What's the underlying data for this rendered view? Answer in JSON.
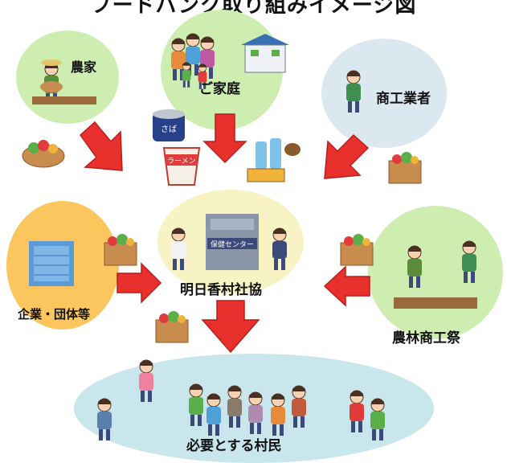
{
  "title": "フードバンク取り組みイメージ図",
  "nodes": {
    "farmer": "農家",
    "household": "ご家庭",
    "merchant": "商工業者",
    "company": "企業・団体等",
    "center": "明日香村社協",
    "festival": "農林商工祭",
    "villagers": "必要とする村民"
  },
  "items": {
    "can_label": "さば",
    "ramen_label": "ラーメン",
    "building_sign": "保健センター"
  },
  "colors": {
    "green_bg": "#cdeeb0",
    "blue_bg": "#dce8f0",
    "orange_bg": "#fbc65d",
    "center_bg": "#f8f3c4",
    "bottom_bg": "#c9e6ec",
    "arrow": "#e8302c"
  }
}
